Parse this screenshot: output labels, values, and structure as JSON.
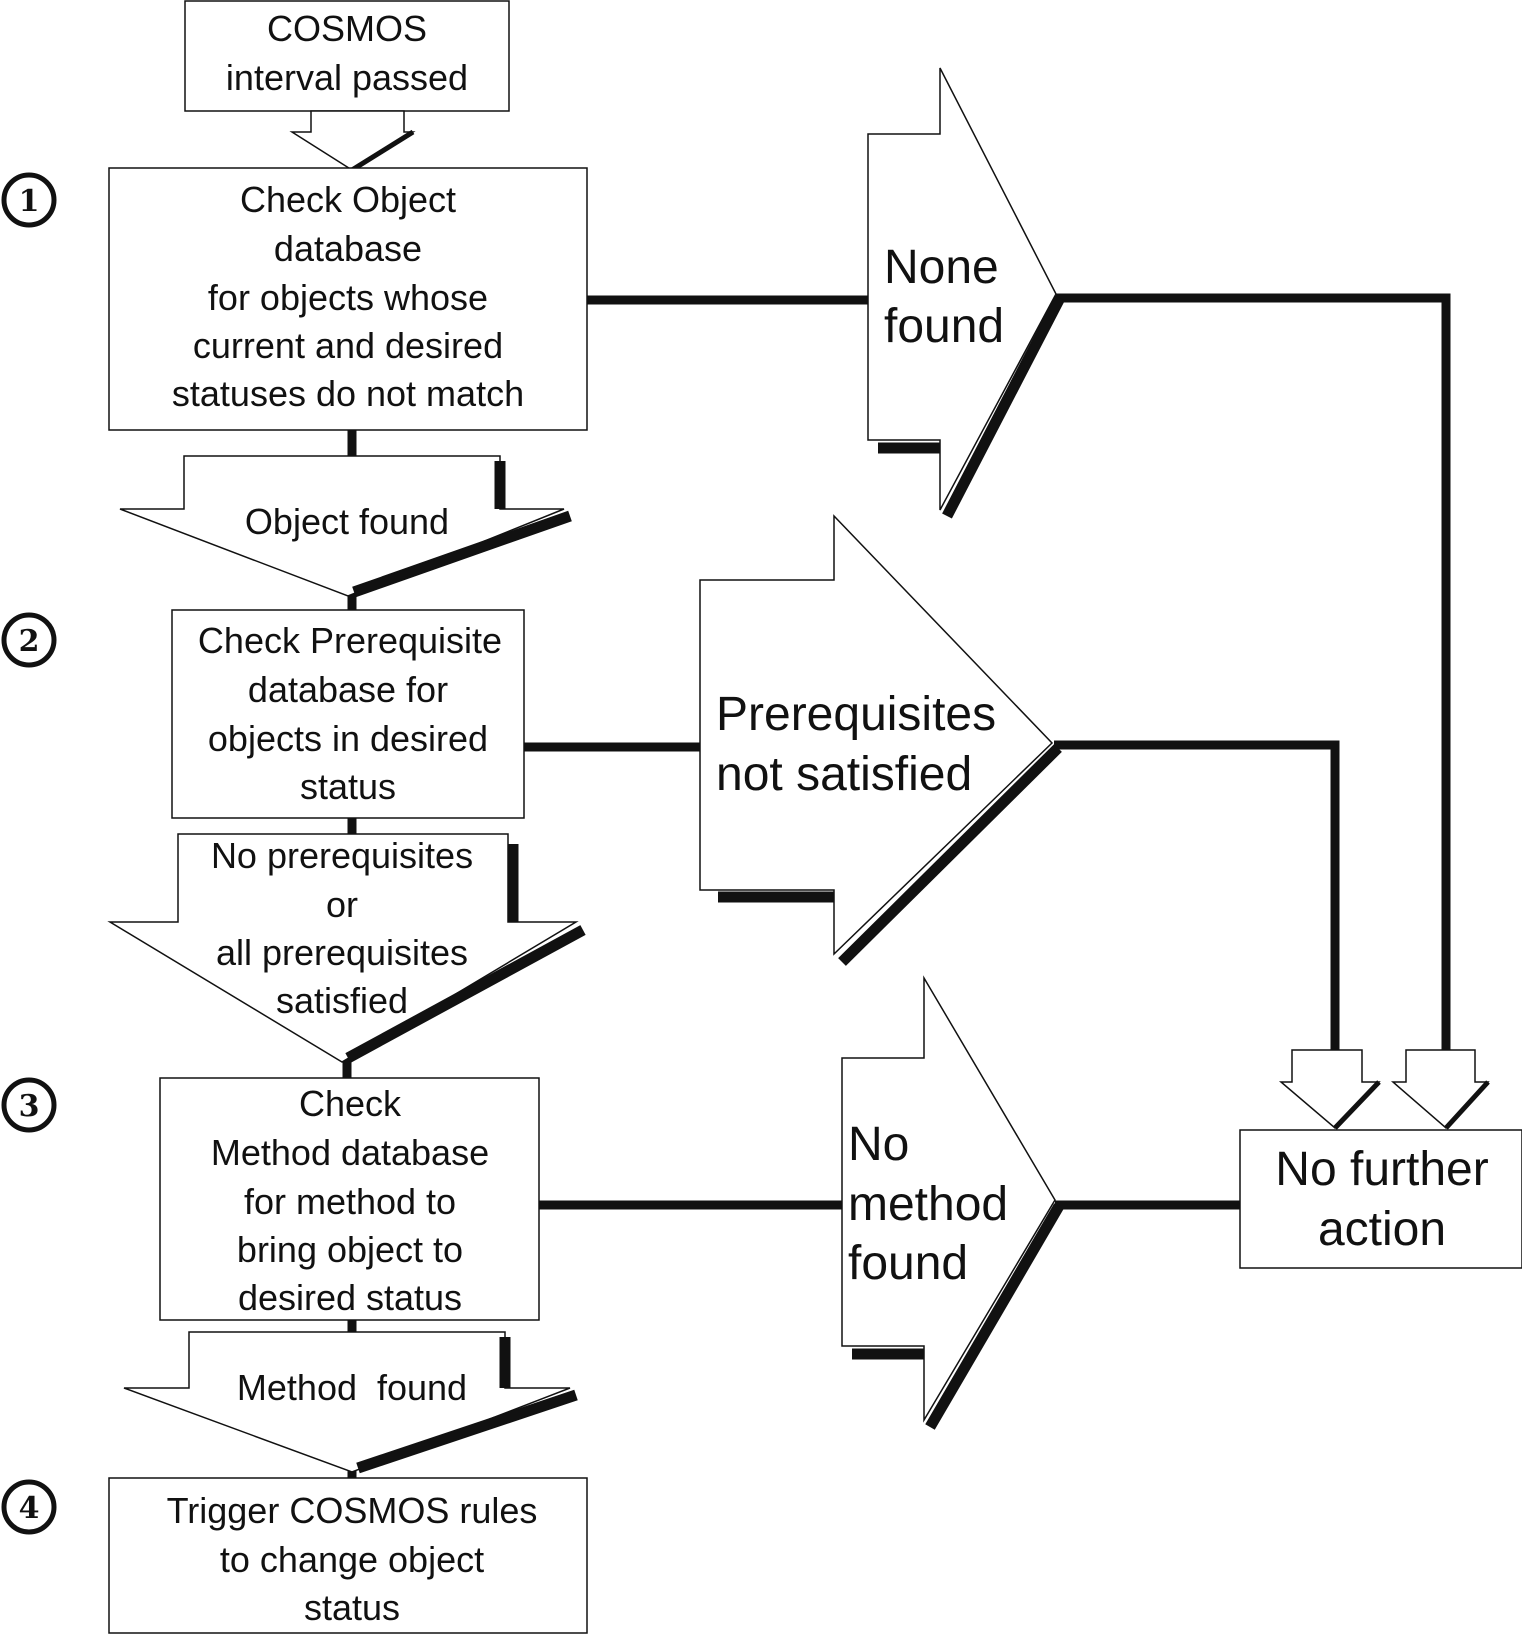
{
  "start_box": [
    "COSMOS",
    "interval passed"
  ],
  "steps": [
    {
      "number": "1",
      "box": [
        "Check Object",
        "database",
        "for objects whose",
        "current and desired",
        "statuses do not match"
      ],
      "down_arrow": [
        "Object found"
      ],
      "side_arrow": [
        "None",
        "found"
      ]
    },
    {
      "number": "2",
      "box": [
        "Check Prerequisite",
        "database for",
        "objects in desired",
        "status"
      ],
      "down_arrow": [
        "No prerequisites",
        "or",
        "all prerequisites",
        "satisfied"
      ],
      "side_arrow": [
        "Prerequisites",
        "not satisfied"
      ]
    },
    {
      "number": "3",
      "box": [
        "Check",
        "Method database",
        "for method to",
        "bring object to",
        "desired status"
      ],
      "down_arrow": [
        "Method  found"
      ],
      "side_arrow": [
        "No",
        "method",
        "found"
      ]
    },
    {
      "number": "4",
      "box": [
        "Trigger COSMOS rules",
        "to change object",
        "status"
      ]
    }
  ],
  "end_box": [
    "No further",
    "action"
  ]
}
